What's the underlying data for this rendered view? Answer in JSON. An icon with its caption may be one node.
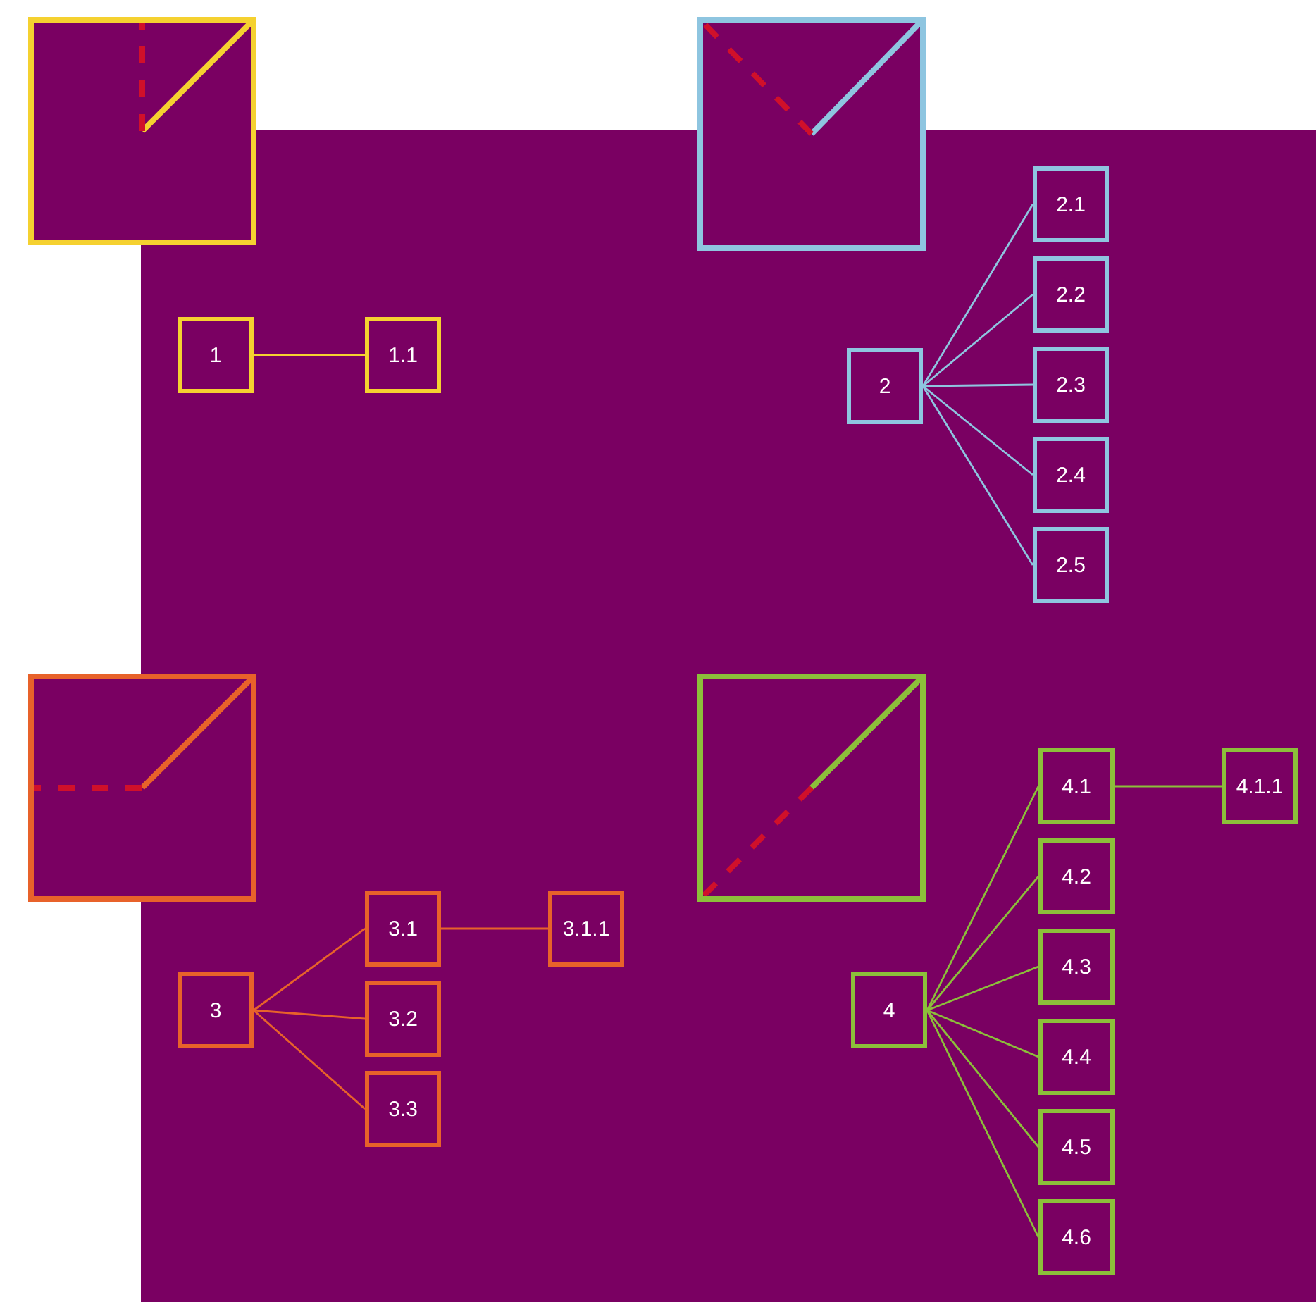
{
  "diagram": {
    "nodes": [
      {
        "text": [],
        "shape": "box"
      },
      {
        "text": [
          "1"
        ]
      },
      {
        "text": [
          "1.1"
        ]
      },
      {
        "text": [],
        "shape": "box"
      },
      {
        "text": [
          "2"
        ]
      },
      {
        "text": [
          "2.1"
        ]
      },
      {
        "text": [
          "2.2"
        ]
      },
      {
        "text": [
          "2.3"
        ]
      },
      {
        "text": [
          "2.4"
        ]
      },
      {
        "text": [
          "2.5"
        ]
      },
      {
        "text": [],
        "shape": "box"
      },
      {
        "text": [
          "3"
        ]
      },
      {
        "text": [
          "3.1"
        ]
      },
      {
        "text": [
          "3.2"
        ]
      },
      {
        "text": [
          "3.3"
        ]
      },
      {
        "text": [
          "3.1.1"
        ]
      },
      {
        "text": [],
        "shape": "box"
      },
      {
        "text": [
          "4"
        ]
      },
      {
        "text": [
          "4.1"
        ]
      },
      {
        "text": [
          "4.1.1"
        ]
      },
      {
        "text": [
          "4.2"
        ]
      },
      {
        "text": [
          "4.3"
        ]
      },
      {
        "text": [
          "4.4"
        ]
      },
      {
        "text": [
          "4.5"
        ]
      },
      {
        "text": [
          "4.6"
        ]
      }
    ],
    "edges": [
      {
        "from": 1,
        "to": 2,
        "arrow": "none",
        "color": "#f5d130"
      },
      {
        "from": 4,
        "to": 5,
        "arrow": "none",
        "color": "#8ec5e0"
      },
      {
        "from": 4,
        "to": 6,
        "arrow": "none",
        "color": "#8ec5e0"
      },
      {
        "from": 4,
        "to": 7,
        "arrow": "none",
        "color": "#8ec5e0"
      },
      {
        "from": 4,
        "to": 8,
        "arrow": "none",
        "color": "#8ec5e0"
      },
      {
        "from": 4,
        "to": 9,
        "arrow": "none",
        "color": "#8ec5e0"
      },
      {
        "from": 11,
        "to": 12,
        "arrow": "none",
        "color": "#e8622a"
      },
      {
        "from": 11,
        "to": 13,
        "arrow": "none",
        "color": "#e8622a"
      },
      {
        "from": 11,
        "to": 14,
        "arrow": "none",
        "color": "#e8622a"
      },
      {
        "from": 12,
        "to": 15,
        "arrow": "none",
        "color": "#e8622a"
      },
      {
        "from": 17,
        "to": 18,
        "arrow": "none",
        "color": "#8cbf3a"
      },
      {
        "from": 18,
        "to": 19,
        "arrow": "none",
        "color": "#8cbf3a"
      },
      {
        "from": 17,
        "to": 20,
        "arrow": "none",
        "color": "#8cbf3a"
      },
      {
        "from": 17,
        "to": 21,
        "arrow": "none",
        "color": "#8cbf3a"
      },
      {
        "from": 17,
        "to": 22,
        "arrow": "none",
        "color": "#8cbf3a"
      },
      {
        "from": 17,
        "to": 23,
        "arrow": "none",
        "color": "#8cbf3a"
      },
      {
        "from": 17,
        "to": 24,
        "arrow": "none",
        "color": "#8cbf3a"
      }
    ]
  }
}
